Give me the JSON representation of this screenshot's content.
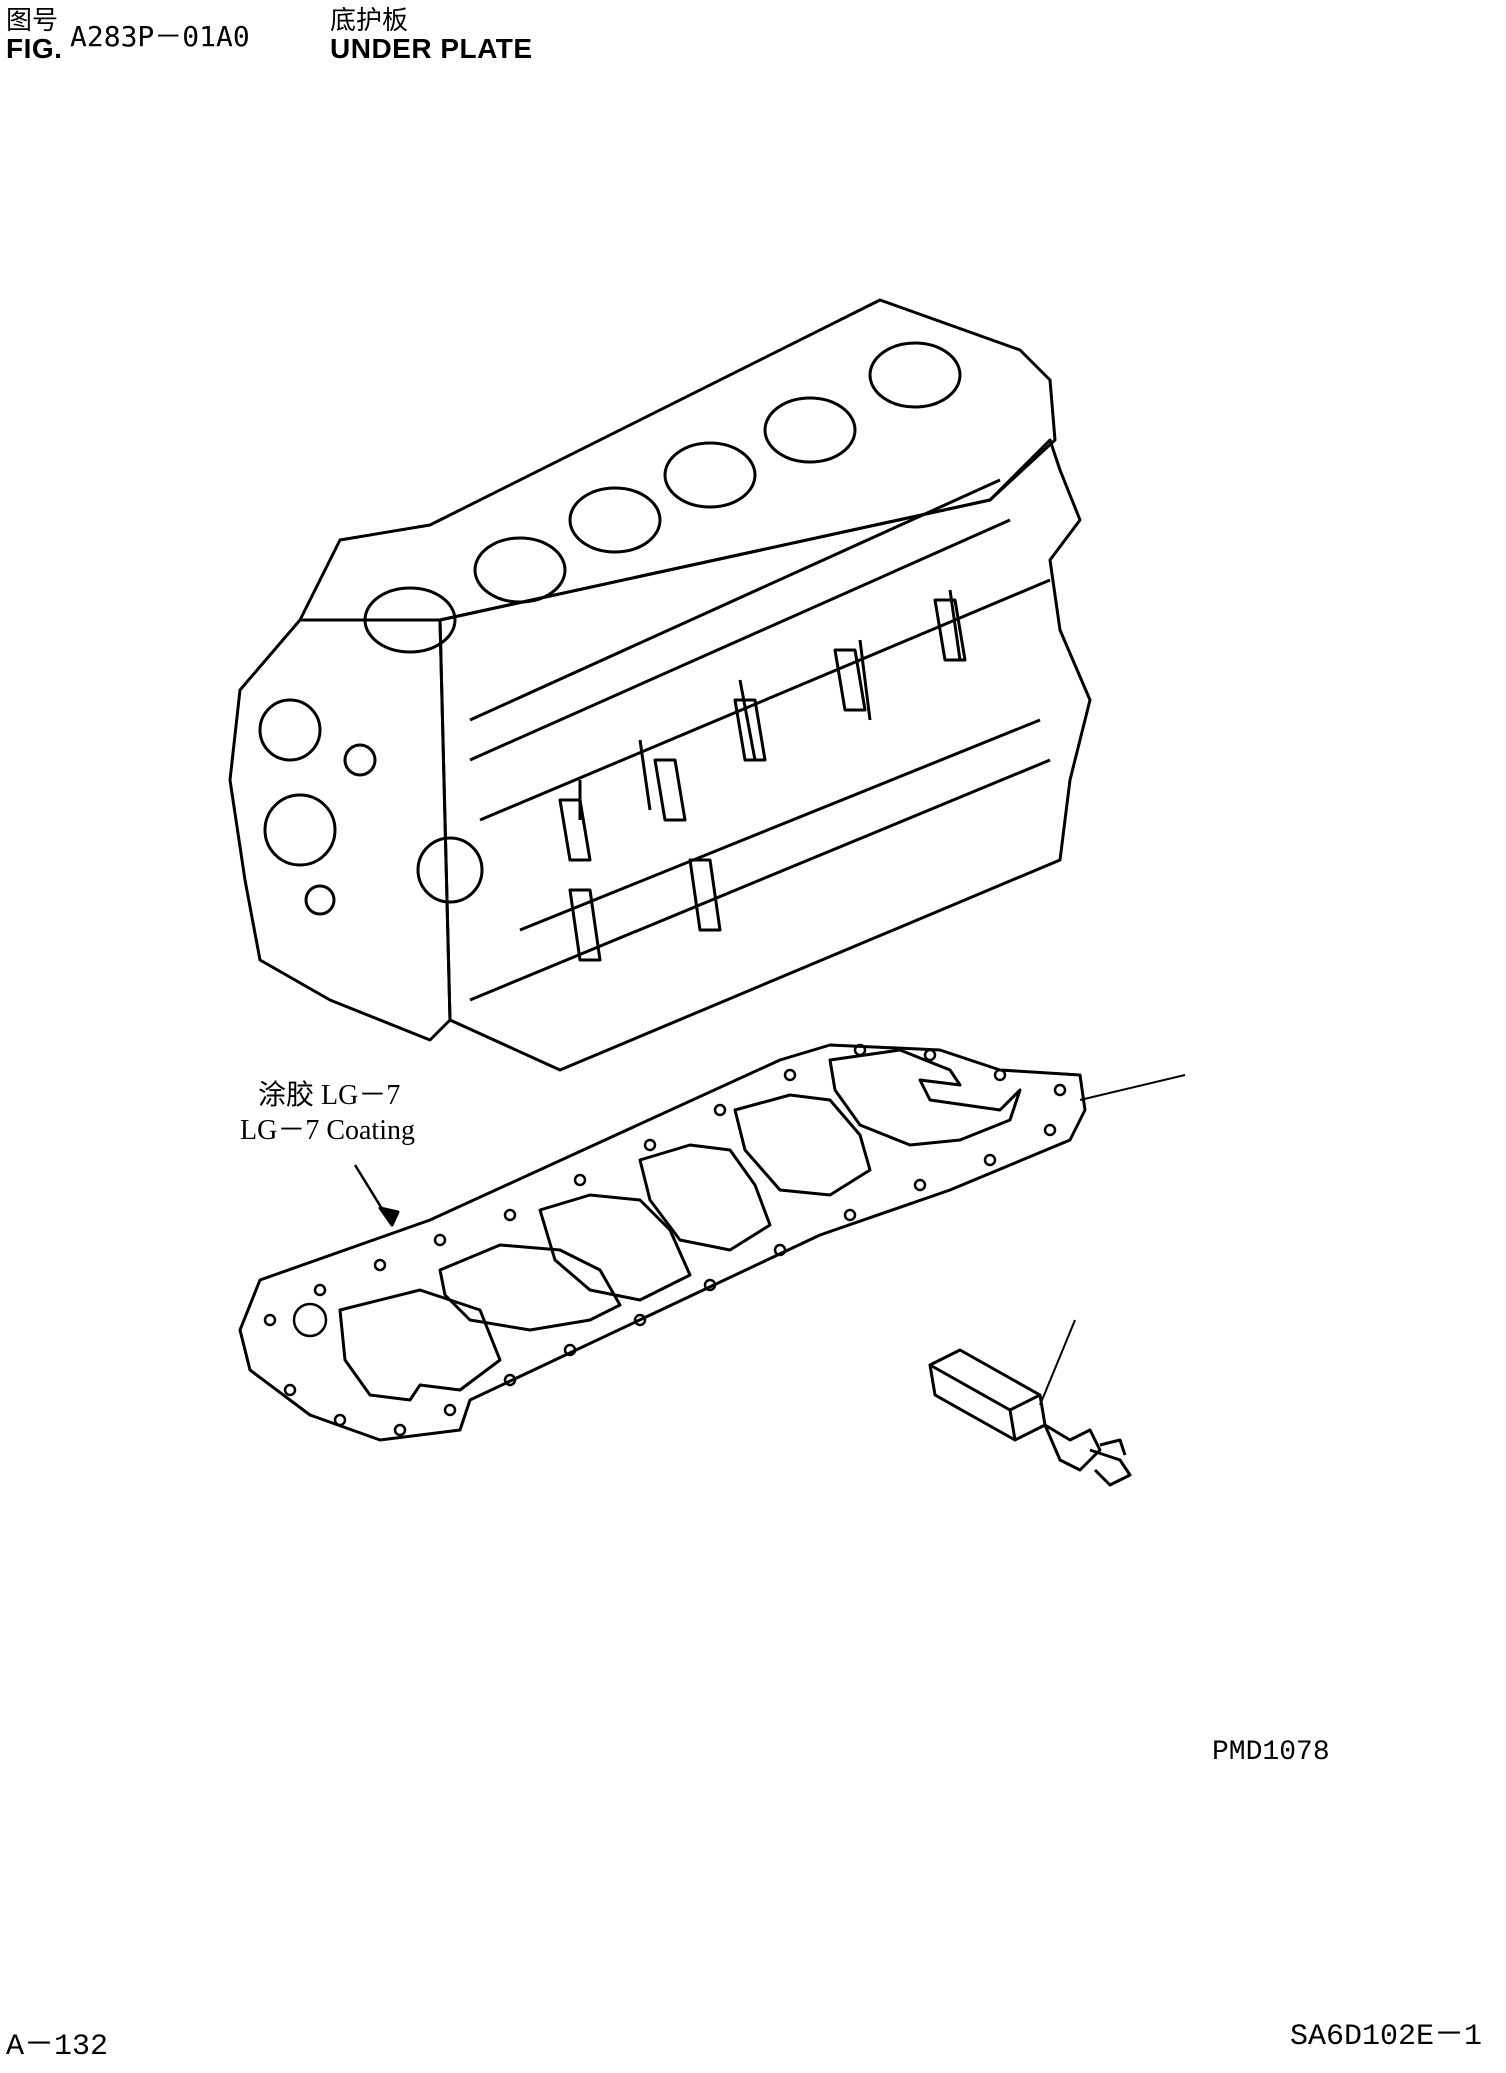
{
  "header": {
    "fig_label_cn": "图号",
    "fig_label_en": "FIG.",
    "fig_number": "A283P－01A0",
    "title_cn": "底护板",
    "title_en": "UNDER PLATE"
  },
  "callout": {
    "line1": "涂胶 LG－7",
    "line2": "LG－7 Coating"
  },
  "drawing": {
    "code": "PMD1078",
    "parts": [
      "engine-block",
      "under-plate",
      "oil-strainer-tube"
    ]
  },
  "footer": {
    "page": "A－132",
    "model": "SA6D102E－1"
  }
}
